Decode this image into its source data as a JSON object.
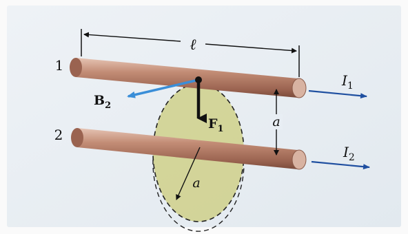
{
  "labels": {
    "wire1_number": "1",
    "wire2_number": "2",
    "length": "ℓ",
    "separation_right": "a",
    "radius": "a",
    "current1_letter": "I",
    "current1_sub": "1",
    "current2_letter": "I",
    "current2_sub": "2",
    "field_letter": "B",
    "field_sub": "2",
    "force_letter": "F",
    "force_sub": "1"
  },
  "colors": {
    "page_background": "#fafafa",
    "inner_panel": "#e8eef4",
    "wire": "#b9806a",
    "wire_dark": "#7a4a3a",
    "wire_highlight": "#e6c4b4",
    "wire_end": "#d8b3a2",
    "field_circle_fill": "#cfd08a",
    "arrow_blue": "#1f4fa0",
    "field_arrow_blue": "#3a8ed8",
    "force_arrow": "#111111",
    "dimension_line": "#111111"
  }
}
